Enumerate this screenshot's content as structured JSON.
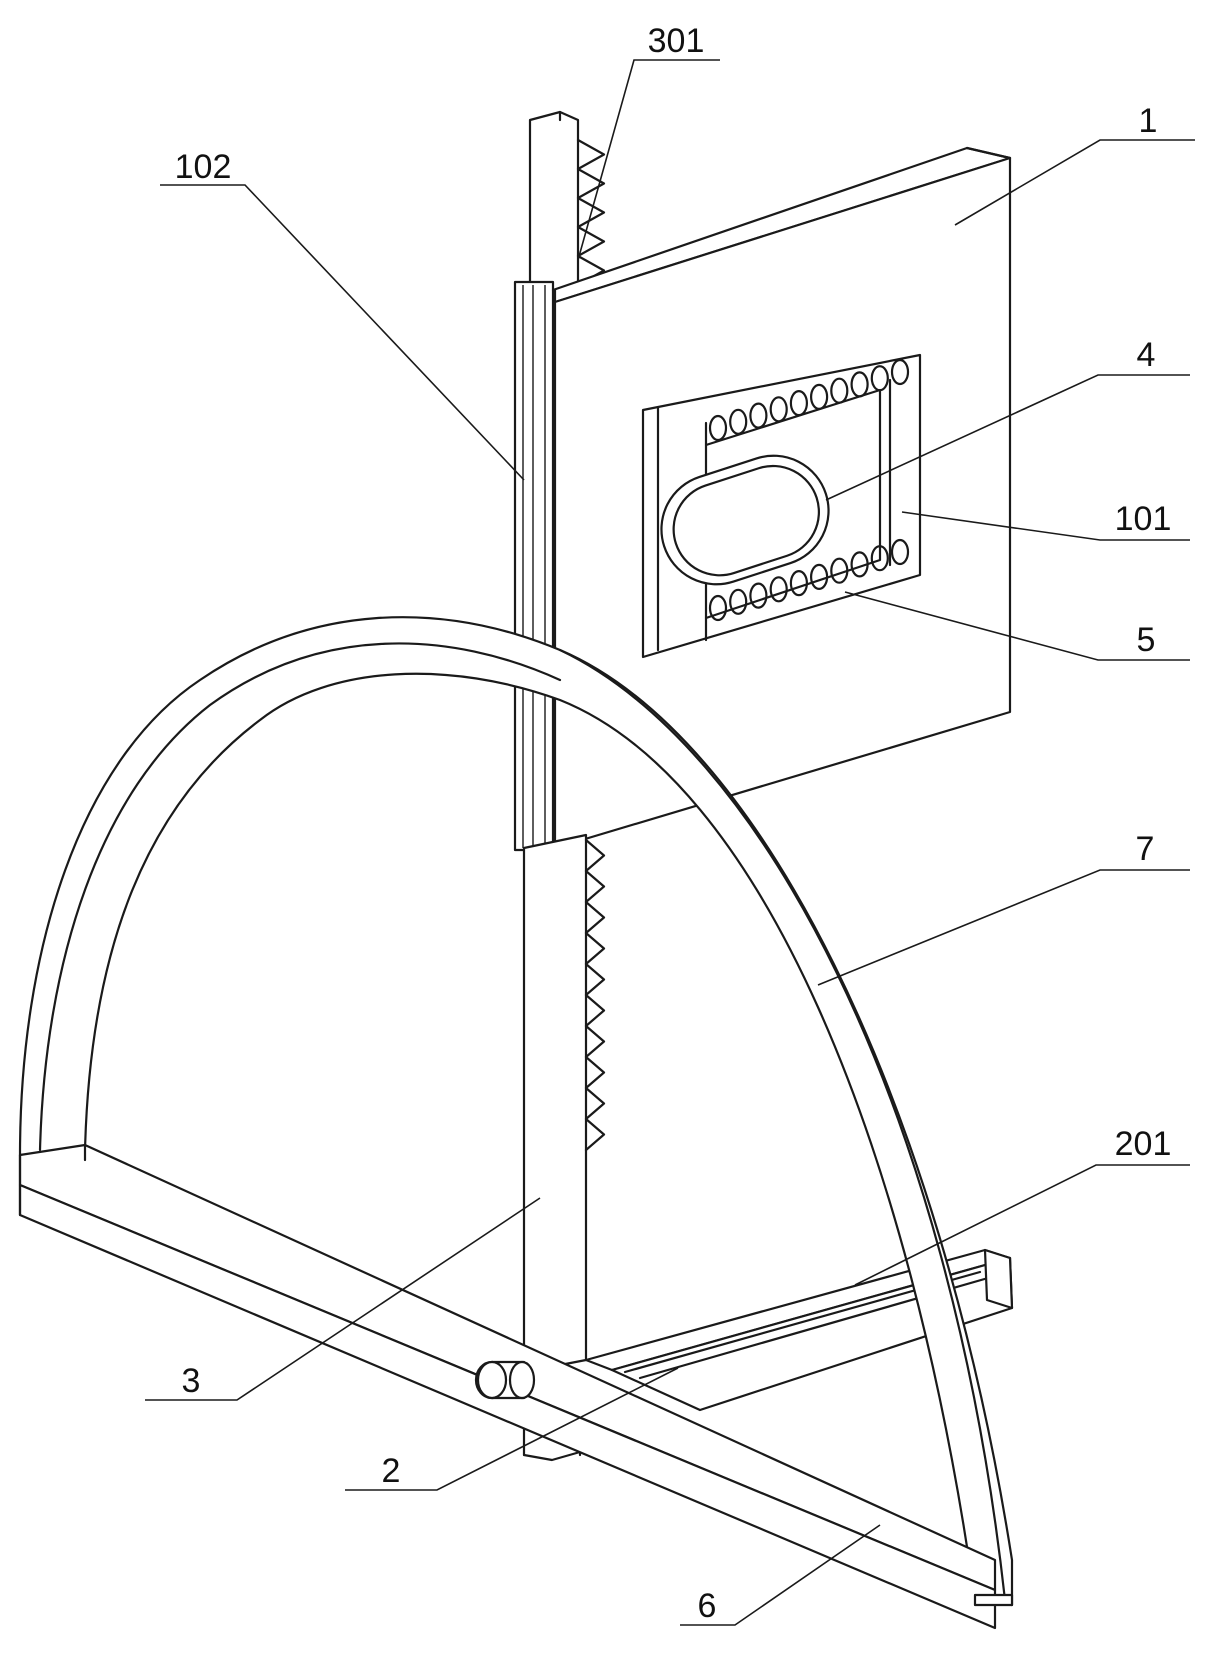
{
  "labels": {
    "l301": "301",
    "l102": "102",
    "l1": "1",
    "l4": "4",
    "l101": "101",
    "l5": "5",
    "l7": "7",
    "l201": "201",
    "l3": "3",
    "l2": "2",
    "l6": "6"
  },
  "colors": {
    "line": "#1a1a1a",
    "background": "#ffffff",
    "text": "#111111"
  }
}
